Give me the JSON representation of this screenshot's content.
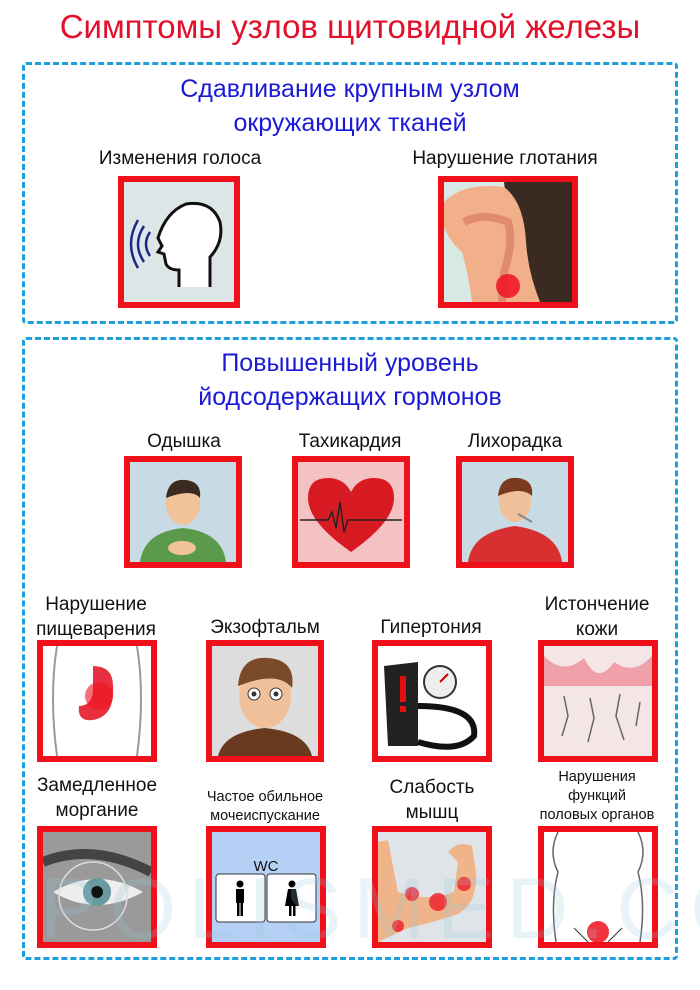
{
  "title": "Симптомы узлов щитовидной железы",
  "watermark": "POLISMED.COM",
  "section1": {
    "heading_line1": "Сдавливание крупным узлом",
    "heading_line2": "окружающих тканей",
    "items": [
      {
        "label": "Изменения голоса",
        "icon": "speaking-head-icon"
      },
      {
        "label": "Нарушение глотания",
        "icon": "throat-icon"
      }
    ]
  },
  "section2": {
    "heading_line1": "Повышенный уровень",
    "heading_line2": "йодсодержащих гормонов",
    "items": [
      {
        "label": "Одышка",
        "icon": "shortness-of-breath-icon"
      },
      {
        "label": "Тахикардия",
        "icon": "heart-icon"
      },
      {
        "label": "Лихорадка",
        "icon": "fever-icon"
      },
      {
        "label_line1": "Нарушение",
        "label_line2": "пищеварения",
        "icon": "stomach-icon"
      },
      {
        "label": "Экзофтальм",
        "icon": "exophthalmos-face-icon"
      },
      {
        "label": "Гипертония",
        "icon": "blood-pressure-monitor-icon"
      },
      {
        "label_line1": "Истончение",
        "label_line2": "кожи",
        "icon": "skin-layers-icon"
      },
      {
        "label_line1": "Замедленное",
        "label_line2": "моргание",
        "icon": "eye-icon"
      },
      {
        "label_line1": "Частое обильное",
        "label_line2": "мочеиспускание",
        "icon": "wc-icon",
        "wc_text": "WC"
      },
      {
        "label_line1": "Слабость",
        "label_line2": "мышц",
        "icon": "muscle-arm-icon"
      },
      {
        "label_line1": "Нарушения",
        "label_line2": "функций",
        "label_line3": "половых органов",
        "icon": "pelvis-icon"
      }
    ]
  },
  "colors": {
    "title": "#e3102b",
    "heading": "#1a1ad6",
    "frame": "#f0101a",
    "dashed_border": "#1ba0dc"
  }
}
